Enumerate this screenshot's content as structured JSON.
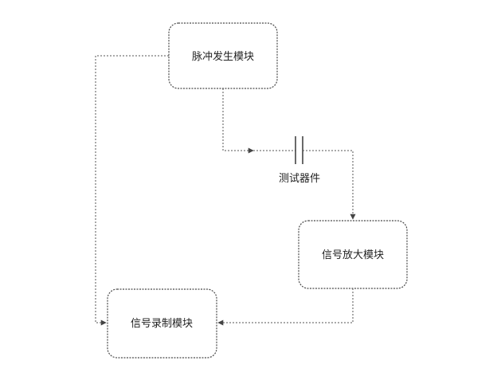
{
  "modules": {
    "pulse_generator": "脉冲发生模块",
    "amplifier": "信号放大模块",
    "recorder": "信号录制模块"
  },
  "device_under_test": "测试器件"
}
